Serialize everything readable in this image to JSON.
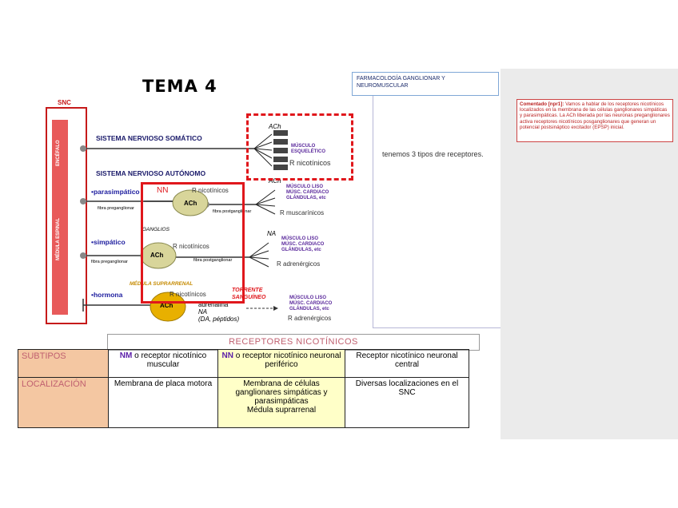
{
  "slide": {
    "title": "TEMA 4"
  },
  "diagram": {
    "snc_label": "SNC",
    "encefalo": "ENCÉFALO",
    "medula": "MÉDULA ESPINAL",
    "somatic_label": "SISTEMA NERVIOSO SOMÁTICO",
    "autonomic_label": "SISTEMA NERVIOSO AUTÓNOMO",
    "parasympathetic": "•parasimpático",
    "sympathetic": "•simpático",
    "hormone": "•hormona",
    "nn": "NN",
    "ganglios": "GANGLIOS",
    "medula_suprarrenal": "MÉDULA SUPRARRENAL",
    "torrente": "TORRENTE",
    "sanguineo": "SANGUÍNEO",
    "fibra_preg_1": "fibra preganglionar",
    "fibra_post_1": "fibra postganglionar",
    "fibra_preg_2": "fibra preganglionar",
    "fibra_post_2": "fibra postganglionar",
    "ach_somatic": "ACh",
    "ach_para_target": "ACh",
    "ach_para_ganglion": "ACh",
    "ach_sym_ganglion": "ACh",
    "ach_adrenal": "ACh",
    "na_sym": "NA",
    "r_nic_somatic": "R nicotínicos",
    "r_nic_para": "R nicotínicos",
    "r_musc": "R muscarínicos",
    "r_nic_sym": "R nicotínicos",
    "r_adren_sym": "R adrenérgicos",
    "r_nic_adrenal": "R nicotínicos",
    "r_adren_adrenal": "R adrenérgicos",
    "adrenalina": "adrenalina",
    "na_adrenal": "NA",
    "da_peptidos": "(DA, péptidos)",
    "target_somatic_1": "MÚSCULO",
    "target_somatic_2": "ESQUELÉTICO",
    "target_para_1": "MÚSCULO LISO",
    "target_para_2": "MÚSC. CARDIACO",
    "target_para_3": "GLÁNDULAS, etc",
    "target_sym_1": "MÚSCULO LISO",
    "target_sym_2": "MÚSC. CARDIACO",
    "target_sym_3": "GLÁNDULAS, etc",
    "target_hor_1": "MÚSCULO LISO",
    "target_hor_2": "MÚSC. CARDIACO",
    "target_hor_3": "GLÁNDULAS, etc"
  },
  "table": {
    "title": "RECEPTORES NICOTÍNICOS",
    "row1_header": "SUBTIPOS",
    "row2_header": "LOCALIZACIÓN",
    "nm_abbr": "NM",
    "nm_text": " o receptor nicotínico muscular",
    "nn_abbr": "NN",
    "nn_text": " o receptor nicotínico neuronal periférico",
    "central_text": "Receptor nicotínico neuronal central",
    "loc_nm": "Membrana de placa motora",
    "loc_nn_1": "Membrana de células ganglionares simpáticas y parasimpáticas",
    "loc_nn_2": "Médula suprarrenal",
    "loc_central": "Diversas localizaciones en el SNC"
  },
  "notes": {
    "pharm_title": "FARMACOLOGÍA GANGLIONAR Y NEUROMUSCULAR",
    "note_text": "tenemos 3 tipos dre receptores.",
    "comment_label": "Comentado [npr1]:",
    "comment_text": " Vamos a hablar de los receptores nicotínicos localizados en la membrana de las células ganglionares simpáticas y parasimpáticas. La ACh liberada por las neuronas preganglionares activa receptores nicotínicos posganglionares que generan un potencial postsináptico excitador (EPSP) inicial."
  },
  "colors": {
    "red": "#e0171c",
    "ganglion": "#d8d59a",
    "adrenal": "#e8b000",
    "table_header": "#f4c7a2",
    "highlight": "#ffffc8",
    "sidebar": "#ebebeb"
  }
}
